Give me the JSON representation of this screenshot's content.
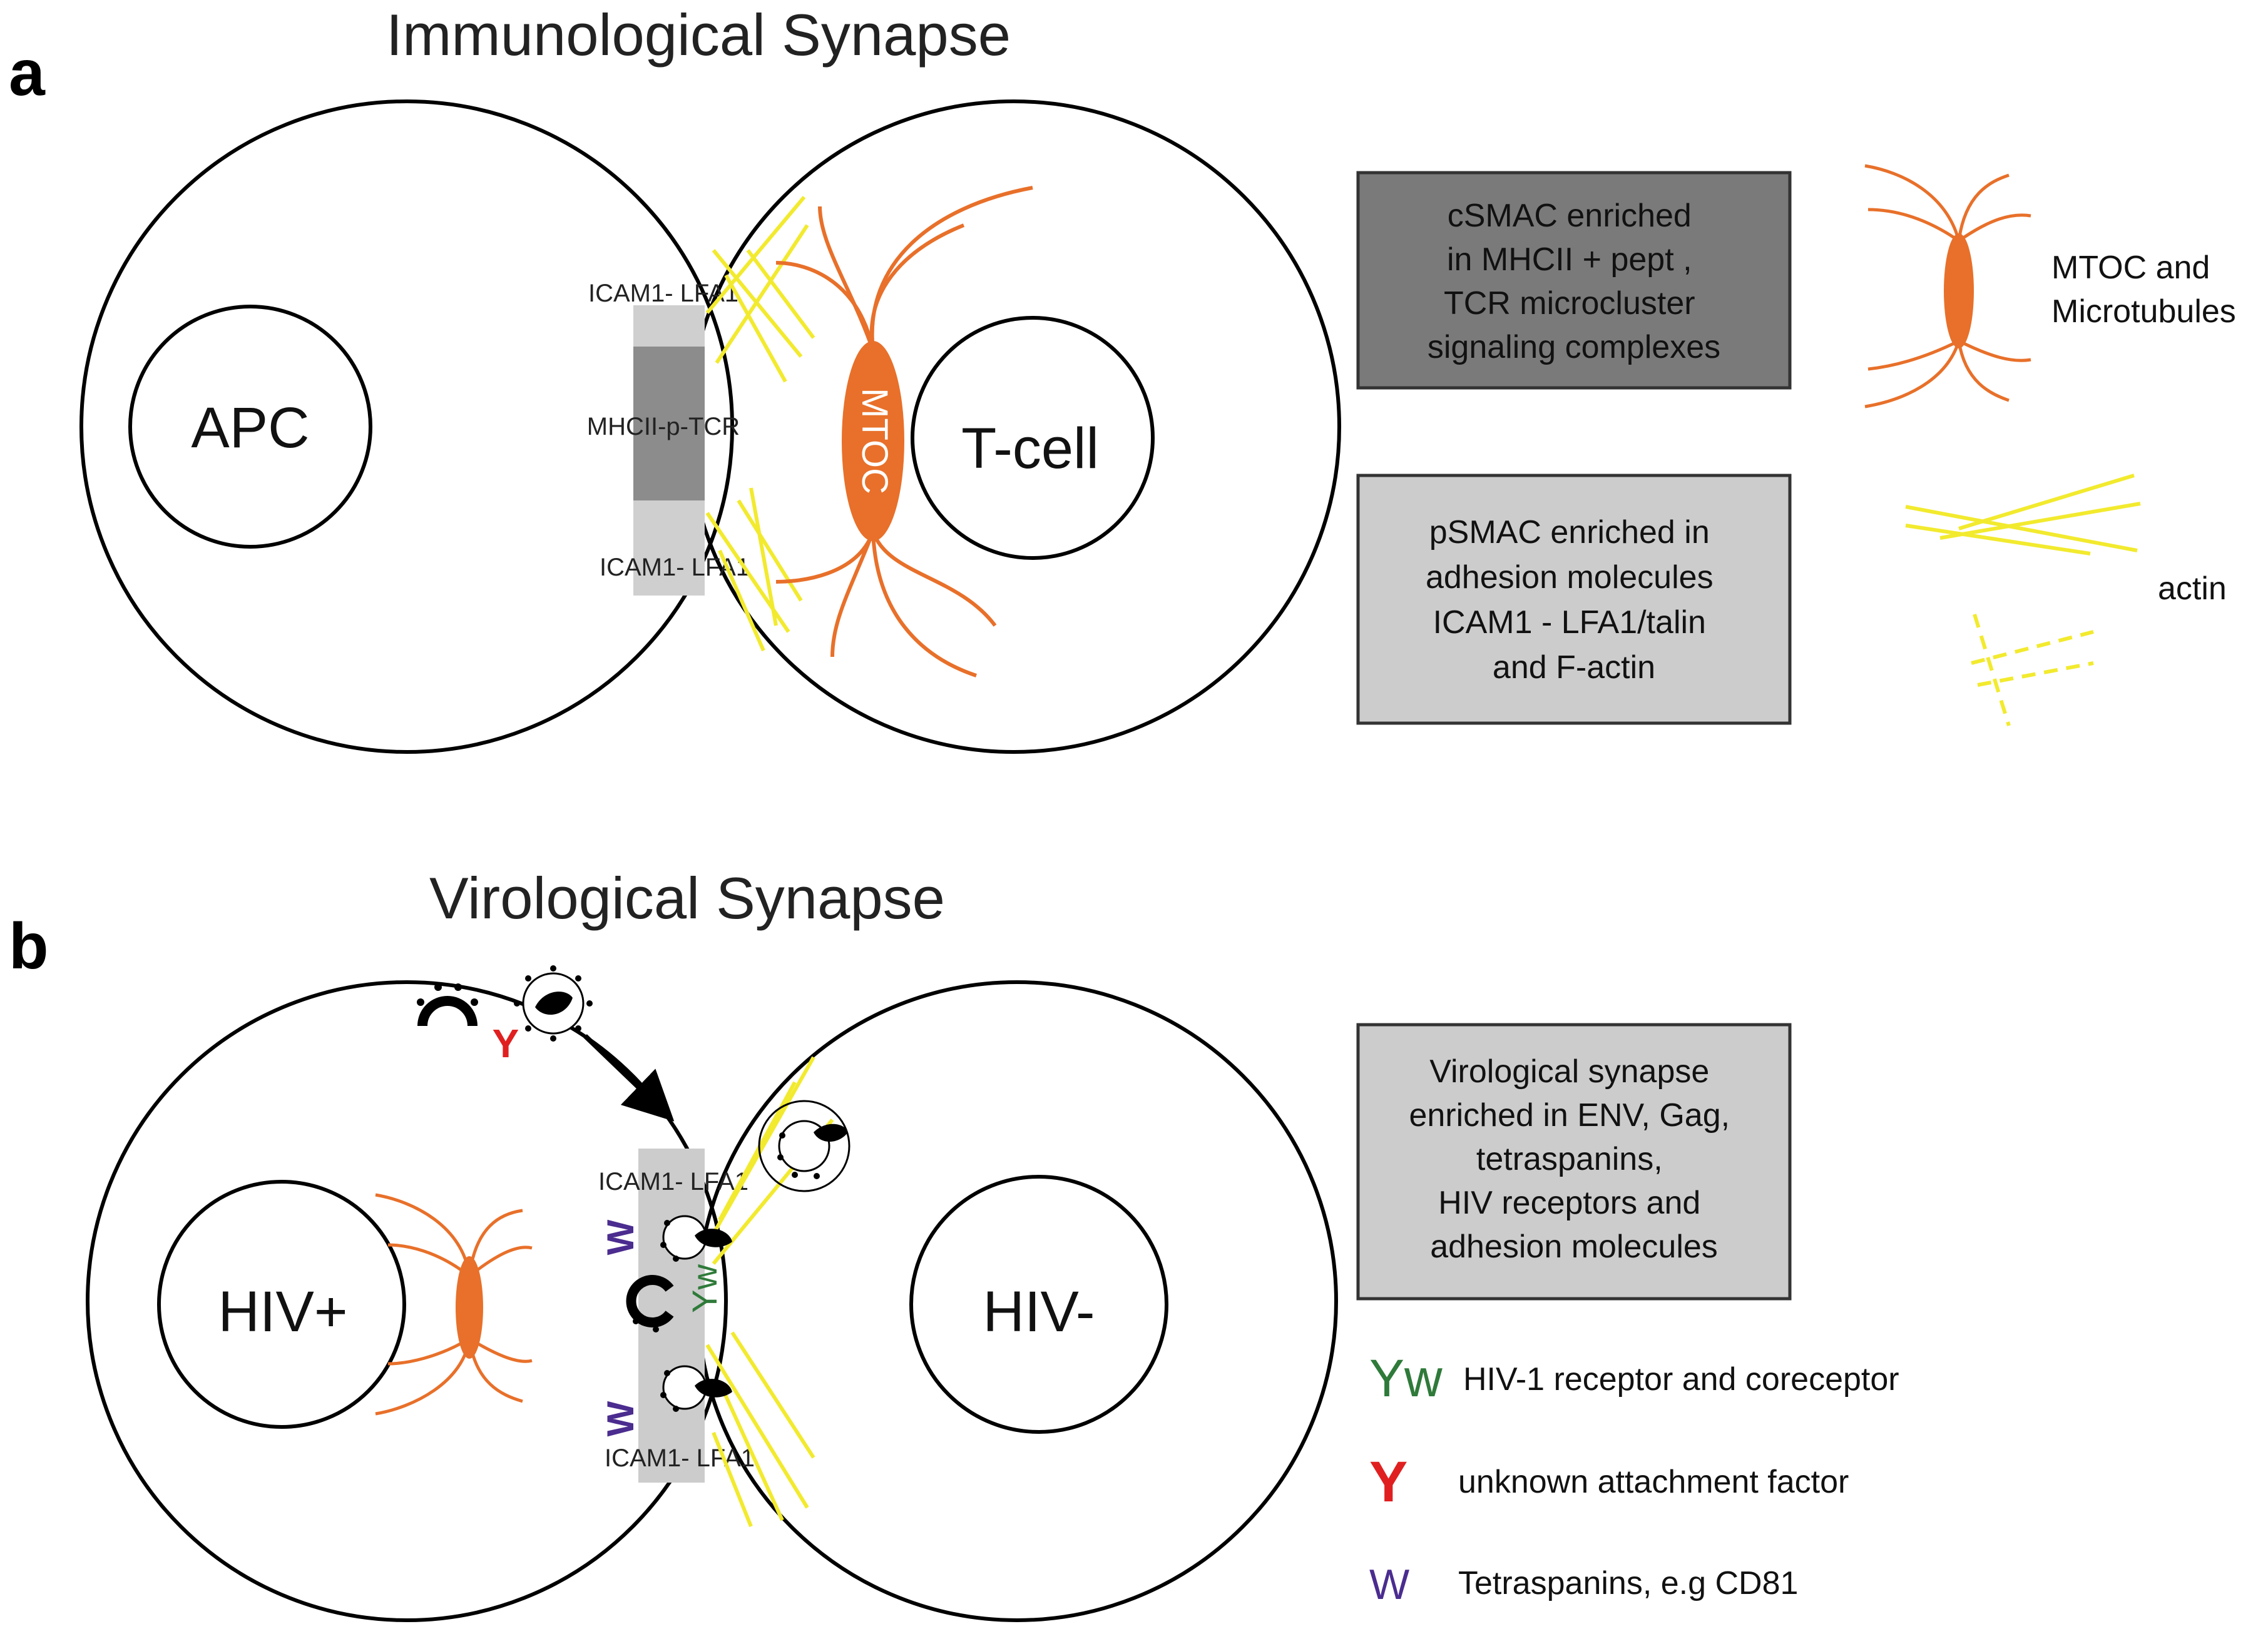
{
  "panel_a": {
    "letter": "a",
    "title": "Immunological Synapse",
    "left_cell": "APC",
    "right_cell": "T-cell",
    "mtoc_label": "MTOC",
    "synapse_labels": {
      "top": "ICAM1- LFA1",
      "middle": "MHCII-p-TCR",
      "bottom": "ICAM1- LFA1"
    },
    "legend": {
      "csmac_box": [
        "cSMAC enriched",
        "in MHCII + pept ,",
        "TCR microcluster",
        "signaling complexes"
      ],
      "psmac_box": [
        "pSMAC enriched in",
        "adhesion molecules",
        "ICAM1 - LFA1/talin",
        "and F-actin"
      ],
      "mtoc_label": [
        "MTOC and",
        "Microtubules"
      ],
      "actin_label": "actin"
    }
  },
  "panel_b": {
    "letter": "b",
    "title": "Virological Synapse",
    "left_cell": "HIV+",
    "right_cell": "HIV-",
    "synapse_labels": {
      "top": "ICAM1- LFA1",
      "bottom": "ICAM1- LFA1"
    },
    "legend": {
      "vs_box": [
        "Virological synapse",
        "enriched in ENV, Gag,",
        "tetraspanins,",
        "HIV receptors and",
        "adhesion molecules"
      ],
      "receptor_symbol": "Yw",
      "receptor_label": "HIV-1 receptor and coreceptor",
      "attachment_symbol": "Y",
      "attachment_label": "unknown attachment factor",
      "tetraspanin_symbol": "W",
      "tetraspanin_label": "Tetraspanins, e.g CD81"
    }
  },
  "colors": {
    "mtoc_orange": "#e8702a",
    "actin_yellow": "#f2ea2e",
    "csmac_grey": "#7a7a7a",
    "psmac_grey": "#cccccc",
    "receptor_green": "#2f7a3a",
    "attachment_red": "#e02020",
    "tetraspanin_purple": "#4b2c8f"
  }
}
